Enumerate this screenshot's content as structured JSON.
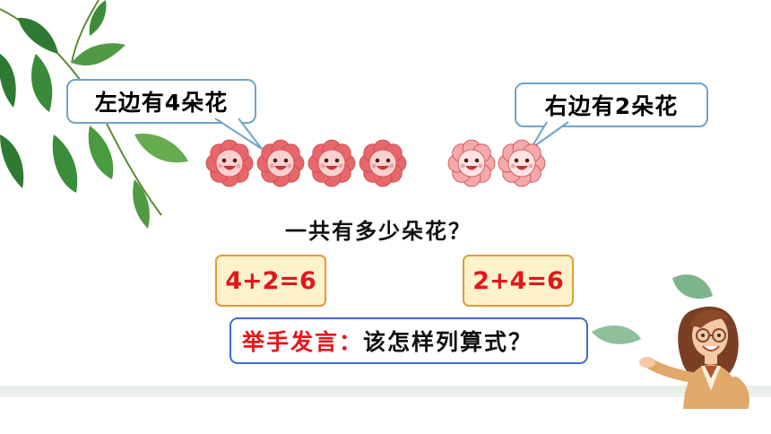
{
  "bubbles": {
    "left_text": "左边有4朵花",
    "right_text": "右边有2朵花"
  },
  "flowers": {
    "dark_count": 4,
    "light_count": 2,
    "dark_color": "#e8676b",
    "light_color": "#f5a9a8"
  },
  "question": "一共有多少朵花？",
  "equations": {
    "left": "4+2=6",
    "right": "2+4=6"
  },
  "prompt": {
    "lead": "举手发言：",
    "body": "该怎样列算式？"
  },
  "colors": {
    "bubble_border": "#6fa3c9",
    "equation_bg": "#fef2cb",
    "equation_border": "#e39a3c",
    "equation_text": "#e3161b",
    "prompt_border": "#3e6ec2"
  }
}
